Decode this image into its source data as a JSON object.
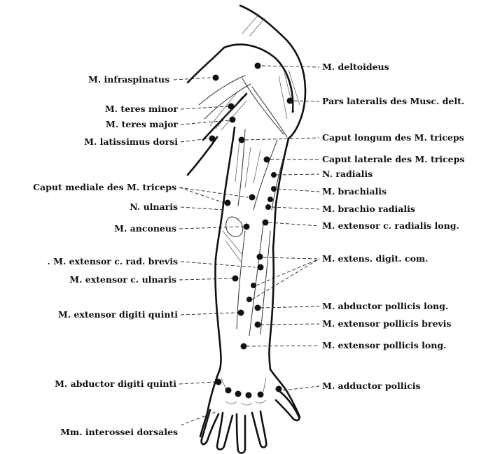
{
  "labels_left": [
    "M. infraspinatus",
    "M. teres minor",
    "M. teres major",
    "M. latissimus dorsi",
    "Caput mediale des M. triceps",
    "N. ulnaris",
    "M. anconeus",
    ". M. extensor c. rad. brevis",
    "M. extensor c. ulnaris",
    "M. extensor digiti quinti",
    "M. abductor digiti quinti",
    "Mm. interossei dorsales"
  ],
  "labels_right": [
    "M. deltoideus",
    "Pars lateralis des Musc. delt.",
    "Caput longum des M. triceps",
    "Caput laterale des M. triceps",
    "N. radialis",
    "M. brachialis",
    "M. brachio radialis",
    "M. extensor c. radialis long.",
    "M. extens. digit. com.",
    "M. abductor pollicis long.",
    "M. extensor pollicis brevis",
    "M. extensor pollicis long.",
    "M. adductor pollicis"
  ]
}
